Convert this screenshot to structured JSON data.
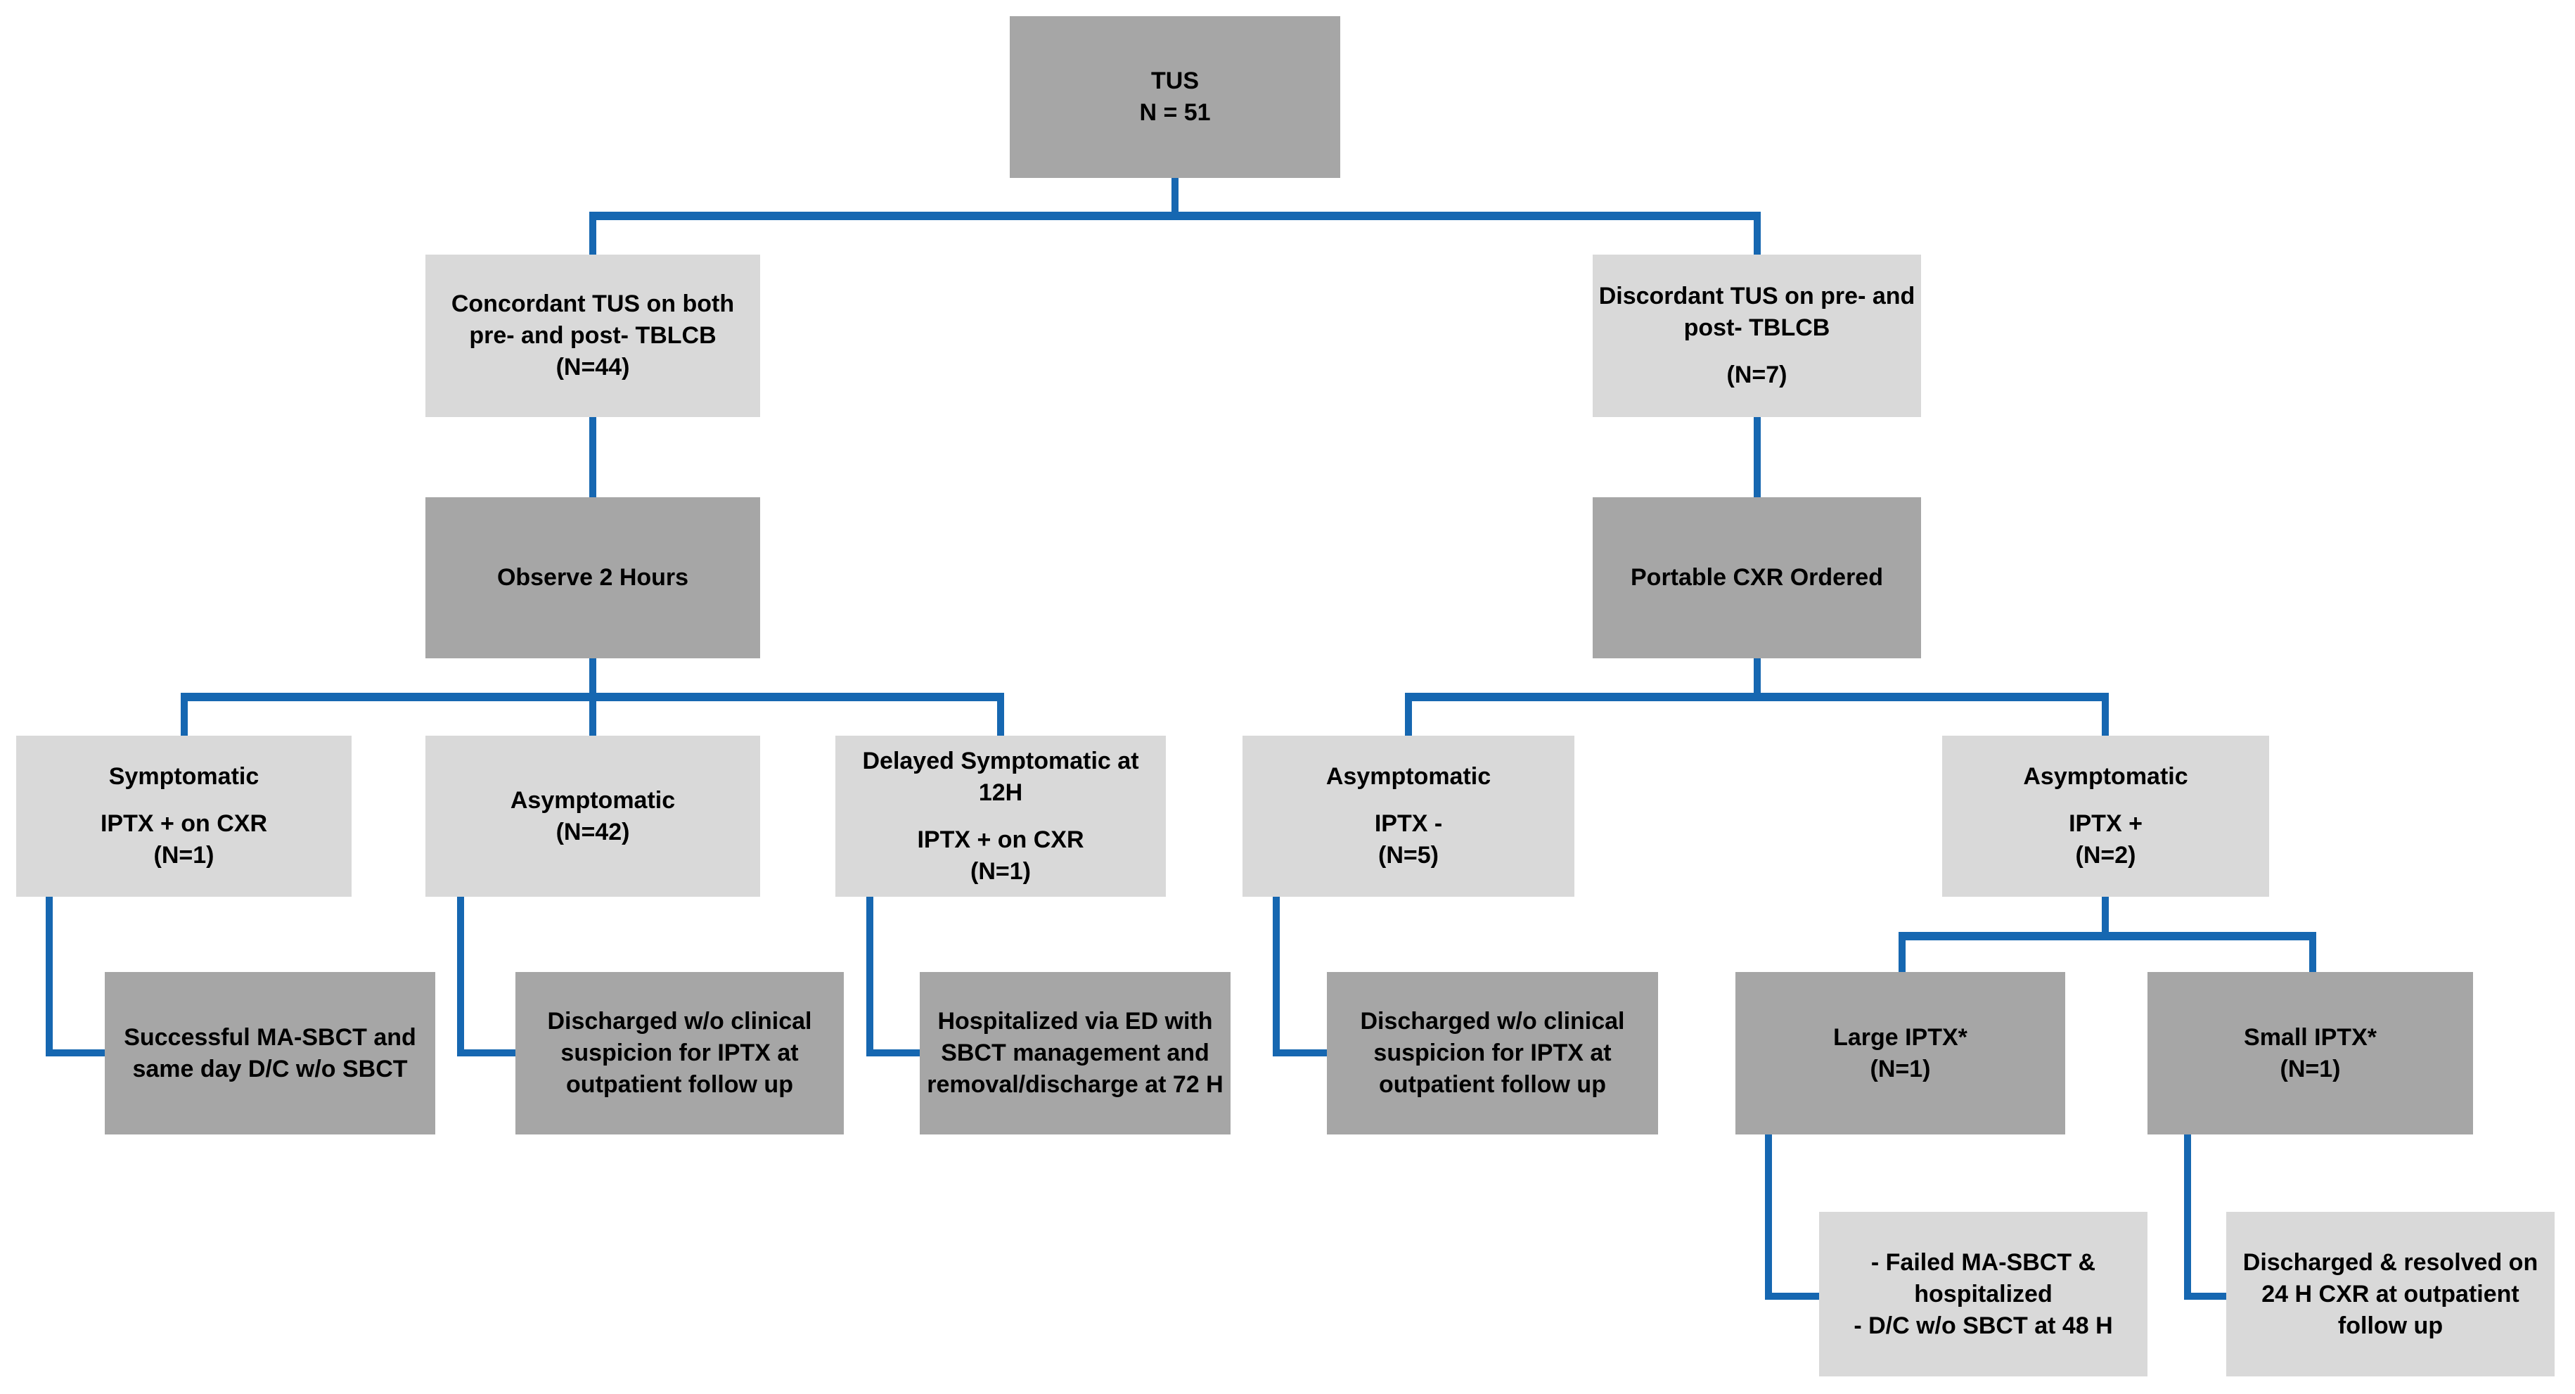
{
  "title": "TUS pre/post TBLCB pneumothorax outcome flowchart",
  "colors": {
    "connector": "#1667B1",
    "box_dark": "#A6A6A6",
    "box_light": "#D9D9D9",
    "text": "#000000",
    "background": "#FFFFFF"
  },
  "nodes": {
    "tus": {
      "shade": "dark",
      "lines": [
        "TUS",
        "N = 51"
      ]
    },
    "concordant": {
      "shade": "light",
      "lines": [
        "Concordant TUS on both",
        "pre- and post- TBLCB",
        "(N=44)"
      ]
    },
    "discordant": {
      "shade": "light",
      "lines": [
        "Discordant TUS on pre- and",
        "post- TBLCB",
        "",
        "(N=7)"
      ]
    },
    "observe": {
      "shade": "dark",
      "lines": [
        "Observe 2 Hours"
      ]
    },
    "portable": {
      "shade": "dark",
      "lines": [
        "Portable CXR Ordered"
      ]
    },
    "symptomatic": {
      "shade": "light",
      "lines": [
        "Symptomatic",
        "",
        "IPTX + on CXR",
        "(N=1)"
      ]
    },
    "asymptomatic": {
      "shade": "light",
      "lines": [
        "Asymptomatic",
        "(N=42)"
      ]
    },
    "delayed": {
      "shade": "light",
      "lines": [
        "Delayed Symptomatic at",
        "12H",
        "",
        "IPTX + on CXR",
        "(N=1)"
      ]
    },
    "iptx_neg": {
      "shade": "light",
      "lines": [
        "Asymptomatic",
        "",
        "IPTX -",
        "(N=5)"
      ]
    },
    "iptx_pos": {
      "shade": "light",
      "lines": [
        "Asymptomatic",
        "",
        "IPTX +",
        "(N=2)"
      ]
    },
    "ma_sbct": {
      "shade": "dark",
      "lines": [
        "Successful MA-SBCT and",
        "same day D/C w/o SBCT"
      ]
    },
    "discharged_left": {
      "shade": "dark",
      "lines": [
        "Discharged w/o clinical",
        "suspicion for IPTX at",
        "outpatient follow up"
      ]
    },
    "hospitalized": {
      "shade": "dark",
      "lines": [
        "Hospitalized via ED with",
        "SBCT management and",
        "removal/discharge at 72 H"
      ]
    },
    "discharged_right": {
      "shade": "dark",
      "lines": [
        "Discharged w/o clinical",
        "suspicion for IPTX at",
        "outpatient follow up"
      ]
    },
    "large_iptx": {
      "shade": "dark",
      "lines": [
        "Large IPTX*",
        "(N=1)"
      ]
    },
    "small_iptx": {
      "shade": "dark",
      "lines": [
        "Small IPTX*",
        "(N=1)"
      ]
    },
    "failed_ma_sbct": {
      "shade": "light",
      "lines": [
        "- Failed MA-SBCT &",
        "hospitalized",
        "- D/C w/o SBCT at 48 H"
      ]
    },
    "resolved": {
      "shade": "light",
      "lines": [
        "Discharged & resolved on",
        "24 H CXR at outpatient",
        "follow up"
      ]
    }
  },
  "edges": [
    {
      "from": "tus",
      "to": "concordant"
    },
    {
      "from": "tus",
      "to": "discordant"
    },
    {
      "from": "concordant",
      "to": "observe"
    },
    {
      "from": "observe",
      "to": "symptomatic"
    },
    {
      "from": "observe",
      "to": "asymptomatic"
    },
    {
      "from": "observe",
      "to": "delayed"
    },
    {
      "from": "symptomatic",
      "to": "ma_sbct"
    },
    {
      "from": "asymptomatic",
      "to": "discharged_left"
    },
    {
      "from": "delayed",
      "to": "hospitalized"
    },
    {
      "from": "discordant",
      "to": "portable"
    },
    {
      "from": "portable",
      "to": "iptx_neg"
    },
    {
      "from": "portable",
      "to": "iptx_pos"
    },
    {
      "from": "iptx_neg",
      "to": "discharged_right"
    },
    {
      "from": "iptx_pos",
      "to": "large_iptx"
    },
    {
      "from": "iptx_pos",
      "to": "small_iptx"
    },
    {
      "from": "large_iptx",
      "to": "failed_ma_sbct"
    },
    {
      "from": "small_iptx",
      "to": "resolved"
    }
  ]
}
